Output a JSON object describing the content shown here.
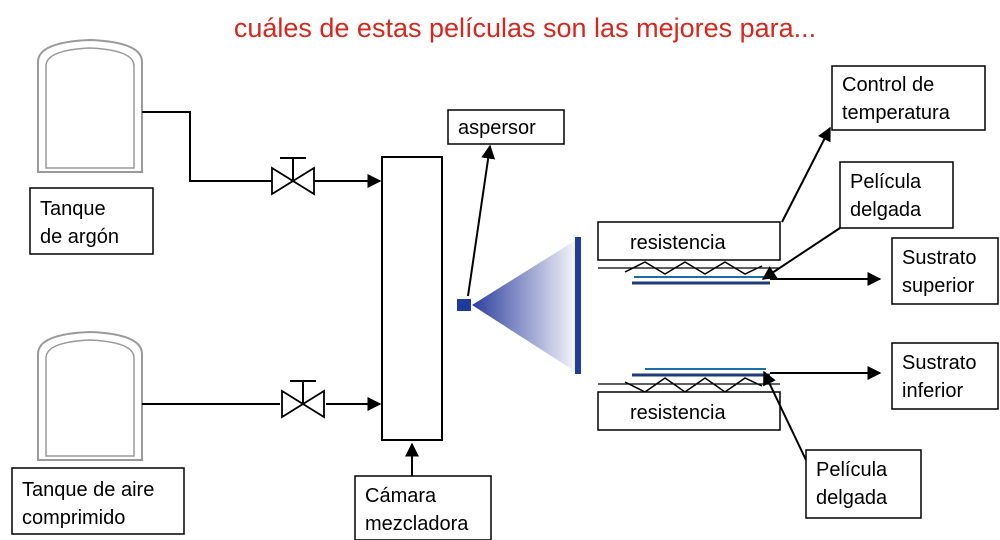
{
  "title": "cuáles de estas películas son las mejores para...",
  "colors": {
    "title": "#d9261c",
    "nozzle": "#1f3b9b",
    "spray": "#2d3f9e",
    "film": "#1b6fa6",
    "substrate": "#1f3b7a",
    "line": "#000000",
    "tank": "#9a9a9a"
  },
  "labels": {
    "argon_tank": [
      "Tanque",
      "de argón"
    ],
    "air_tank": [
      "Tanque de aire",
      "comprimido"
    ],
    "mixing_chamber": [
      "Cámara",
      "mezcladora"
    ],
    "sprayer": "aspersor",
    "resistance_top": "resistencia",
    "resistance_bottom": "resistencia",
    "temperature_control": [
      "Control de",
      "temperatura"
    ],
    "film_top": [
      "Película",
      "delgada"
    ],
    "film_bottom": [
      "Película",
      "delgada"
    ],
    "substrate_top": [
      "Sustrato",
      "superior"
    ],
    "substrate_bottom": [
      "Sustrato",
      "inferior"
    ]
  }
}
